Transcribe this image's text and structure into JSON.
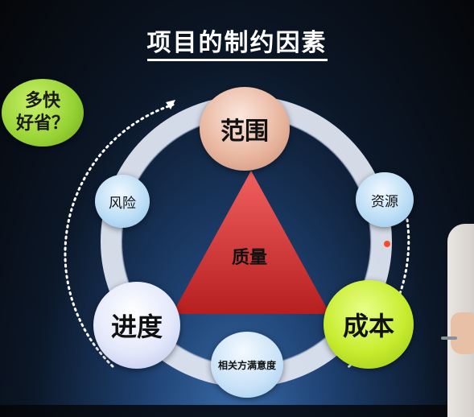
{
  "title": "项目的制约因素",
  "badge": {
    "line1": "多快",
    "line2": "好省？"
  },
  "nodes": {
    "scope": "范围",
    "schedule": "进度",
    "cost": "成本",
    "risk": "风险",
    "resource": "资源",
    "stakeholder": "相关方满意度"
  },
  "center": "质量",
  "colors": {
    "background": "#0b1626",
    "ring": "#dfe6f1",
    "triangle": "#d92f2f",
    "badge": "#96d233",
    "scope": "#e9b7a0",
    "cost": "#c7ec2e"
  }
}
